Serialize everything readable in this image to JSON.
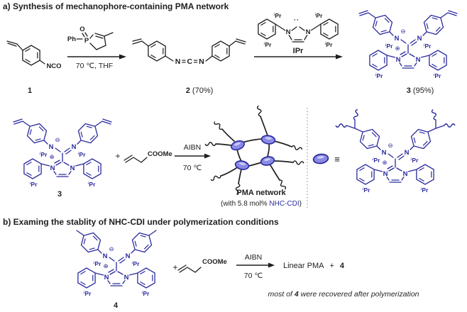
{
  "colors": {
    "ink": "#1f1f1f",
    "blue": "#2a2a9e",
    "node_fill": "#8a8ae6",
    "divider": "#999999",
    "background": "#ffffff"
  },
  "labels": {
    "n": "N",
    "ncn": "N=C=N",
    "nco": "NCO",
    "o": "O",
    "p": "P",
    "ph": "Ph",
    "plus": "+",
    "minus_charge": "⊖",
    "plus_charge": "⊕",
    "lone_pair": "··",
    "equiv": "≡",
    "ipr_i": "i",
    "ipr_pr": "Pr",
    "coome": "COOMe"
  },
  "section_a": {
    "title": "a) Synthesis of mechanophore-containing PMA network",
    "compound1": {
      "number": "1"
    },
    "step1": {
      "conditions": "70 ℃, THF"
    },
    "compound2": {
      "number": "2",
      "yield": " (70%)"
    },
    "catalyst": {
      "name": "IPr"
    },
    "compound3": {
      "number": "3",
      "yield": " (95%)"
    },
    "step2": {
      "reagent": "AIBN",
      "temp": "70 ℃"
    },
    "network": {
      "name": "PMA network",
      "note_pre": "(with 5.8 mol% ",
      "note_link": "NHC-CDI",
      "note_post": ")"
    }
  },
  "section_b": {
    "title": "b) Examing the stablity of NHC-CDI under polymerization conditions",
    "compound4": {
      "number": "4"
    },
    "step": {
      "reagent": "AIBN",
      "temp": "70 ℃"
    },
    "products": {
      "pre": "Linear PMA",
      "plus": "+",
      "num": "4"
    },
    "note": {
      "pre": "most of ",
      "num": "4",
      "post": " were recovered after polymerization"
    }
  }
}
